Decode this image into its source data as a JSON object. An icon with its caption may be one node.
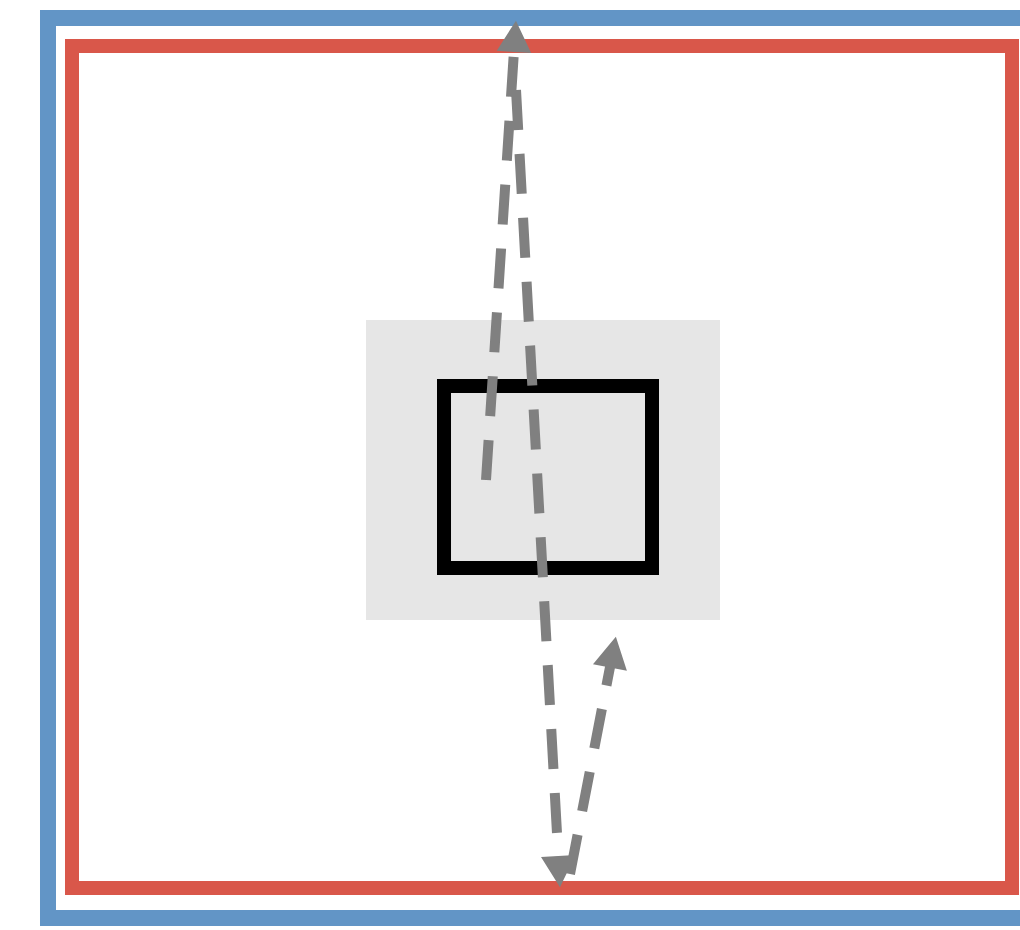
{
  "diagram": {
    "nodes": [
      {
        "text": [],
        "shape": "box"
      },
      {
        "text": [],
        "shape": "box",
        "in": 0
      },
      {
        "text": [],
        "shape": "box",
        "in": 1
      },
      {
        "text": [],
        "shape": "box",
        "in": 2
      }
    ],
    "edges": [
      {
        "from": 3,
        "to": 0,
        "arrow": "to",
        "style": "dashed"
      },
      {
        "from": null,
        "to": 1,
        "arrow": "to",
        "style": "dashed"
      },
      {
        "from": 1,
        "to": 2,
        "arrow": "to",
        "style": "dashed"
      }
    ]
  }
}
